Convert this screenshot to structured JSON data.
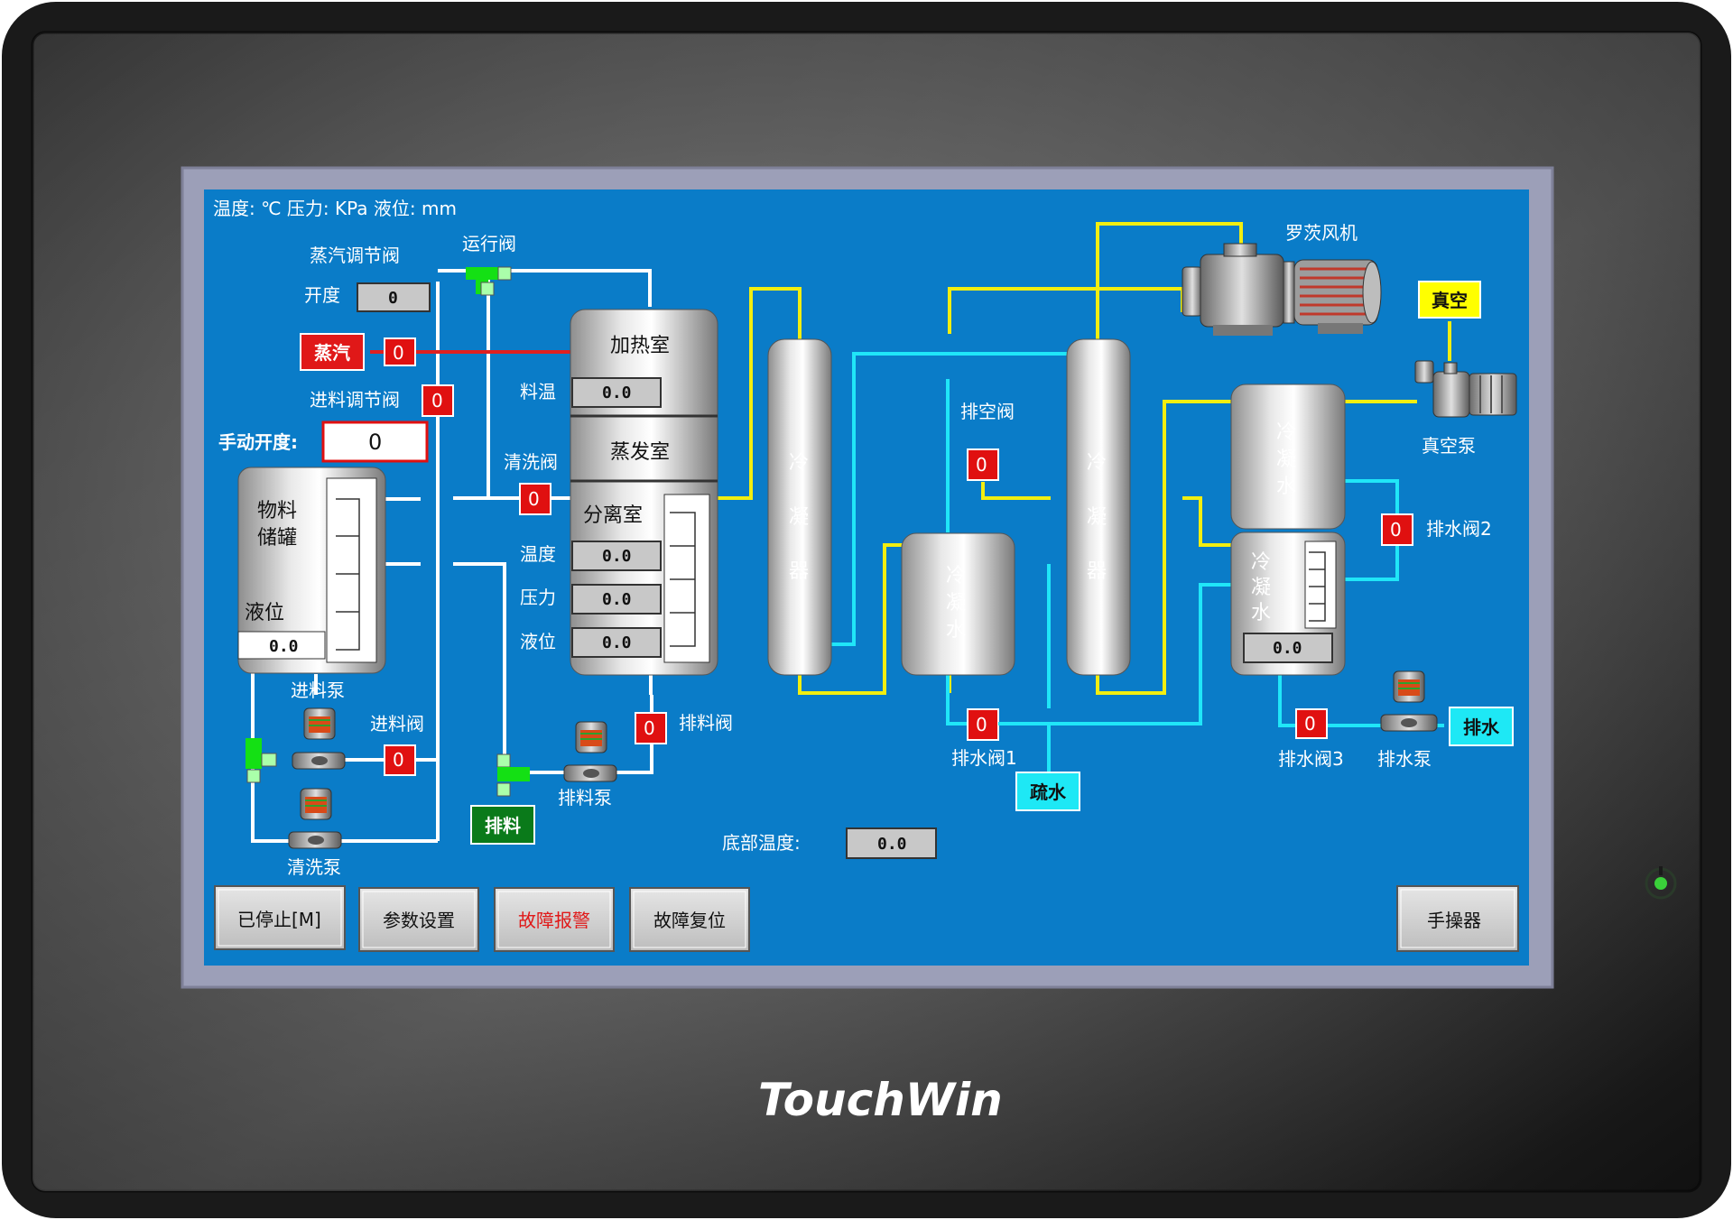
{
  "brand": "TouchWin",
  "units_note": "温度: ℃  压力: KPa  液位: mm",
  "labels": {
    "steam_reg_valve": "蒸汽调节阀",
    "opening": "开度",
    "run_valve": "运行阀",
    "steam": "蒸汽",
    "feed_reg_valve": "进料调节阀",
    "manual_opening": "手动开度:",
    "tank_name_1": "物料",
    "tank_name_2": "储罐",
    "level": "液位",
    "feed_pump": "进料泵",
    "feed_valve": "进料阀",
    "clean_pump": "清洗泵",
    "material_temp": "料温",
    "clean_valve": "清洗阀",
    "temperature": "温度",
    "pressure": "压力",
    "liquid_level": "液位",
    "heating_room": "加热室",
    "evaporation_room": "蒸发室",
    "separation_room": "分离室",
    "discharge_valve": "排料阀",
    "discharge_pump": "排料泵",
    "discharge": "排料",
    "vent_valve": "排空阀",
    "drain_valve_1": "排水阀1",
    "drain_valve_2": "排水阀2",
    "drain_valve_3": "排水阀3",
    "drain_pump": "排水泵",
    "drain": "排水",
    "sparse_water": "疏水",
    "roots_blower": "罗茨风机",
    "vacuum": "真空",
    "vacuum_pump": "真空泵",
    "bottom_temp": "底部温度:",
    "condenser_1": "冷凝器",
    "condenser_2": "冷凝器",
    "condensate_1": "冷凝水",
    "condensate_2": "冷凝水",
    "condensate_3": "冷凝水"
  },
  "values": {
    "steam_valve_opening": "0",
    "manual_opening": "0",
    "tank_level": "0.0",
    "material_temp": "0.0",
    "sep_temp": "0.0",
    "sep_pressure": "0.0",
    "sep_level": "0.0",
    "condensate_level": "0.0",
    "bottom_temp": "0.0"
  },
  "valve_state": "0",
  "buttons": {
    "stopped": "已停止[M]",
    "params": "参数设置",
    "fault_alarm": "故障报警",
    "fault_reset": "故障复位",
    "manual": "手操器"
  },
  "colors": {
    "screen_bg": "#0a7cc8",
    "pipe_yellow": "#f2ee10",
    "pipe_cyan": "#20e6f8",
    "steam_red": "#e02020",
    "valve_red": "#e01010",
    "alarm_text": "#e01818",
    "vacuum_yellow": "#ffff00",
    "drain_cyan": "#1ee8f5",
    "discharge_green": "#0a7a1a",
    "power_led": "#3ad03a"
  }
}
